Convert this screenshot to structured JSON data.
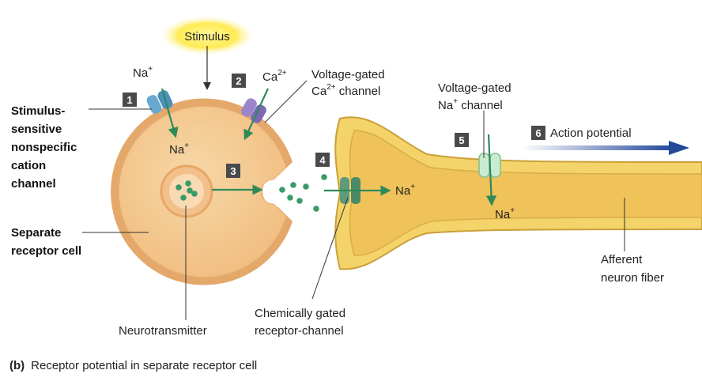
{
  "diagram": {
    "stimulus": "Stimulus",
    "na_ext_1": "Na",
    "na_ext_1_sup": "+",
    "na_int_1": "Na",
    "na_int_1_sup": "+",
    "ca_ext": "Ca",
    "ca_ext_sup": "2+",
    "vg_ca_line1": "Voltage-gated",
    "vg_ca_line2": "Ca",
    "vg_ca_line2_sup": "2+",
    "vg_ca_line2_end": " channel",
    "stim_channel_lines": [
      "Stimulus-",
      "sensitive",
      "nonspecific",
      "cation",
      "channel"
    ],
    "separate_receptor_lines": [
      "Separate",
      "receptor cell"
    ],
    "neurotransmitter": "Neurotransmitter",
    "chem_gated_lines": [
      "Chemically gated",
      "receptor-channel"
    ],
    "na_post": "Na",
    "na_post_sup": "+",
    "vg_na_line1": "Voltage-gated",
    "vg_na_line2": "Na",
    "vg_na_line2_sup": "+",
    "vg_na_line2_end": " channel",
    "na_fiber": "Na",
    "na_fiber_sup": "+",
    "action_potential": "Action potential",
    "afferent_lines": [
      "Afferent",
      "neuron fiber"
    ],
    "steps": [
      "1",
      "2",
      "3",
      "4",
      "5",
      "6"
    ]
  },
  "caption": {
    "tag": "(b)",
    "text": "Receptor potential in separate receptor cell"
  },
  "colors": {
    "cell_fill": "#f4c98a",
    "cell_edge": "#e3a86a",
    "fiber_fill": "#f3d36a",
    "fiber_edge": "#caa03a",
    "arrow_green": "#2f8a5a",
    "badge": "#4a4a4a",
    "ap_arrow": "#2a4ea0",
    "stimulus_glow": "#ffe85a"
  }
}
